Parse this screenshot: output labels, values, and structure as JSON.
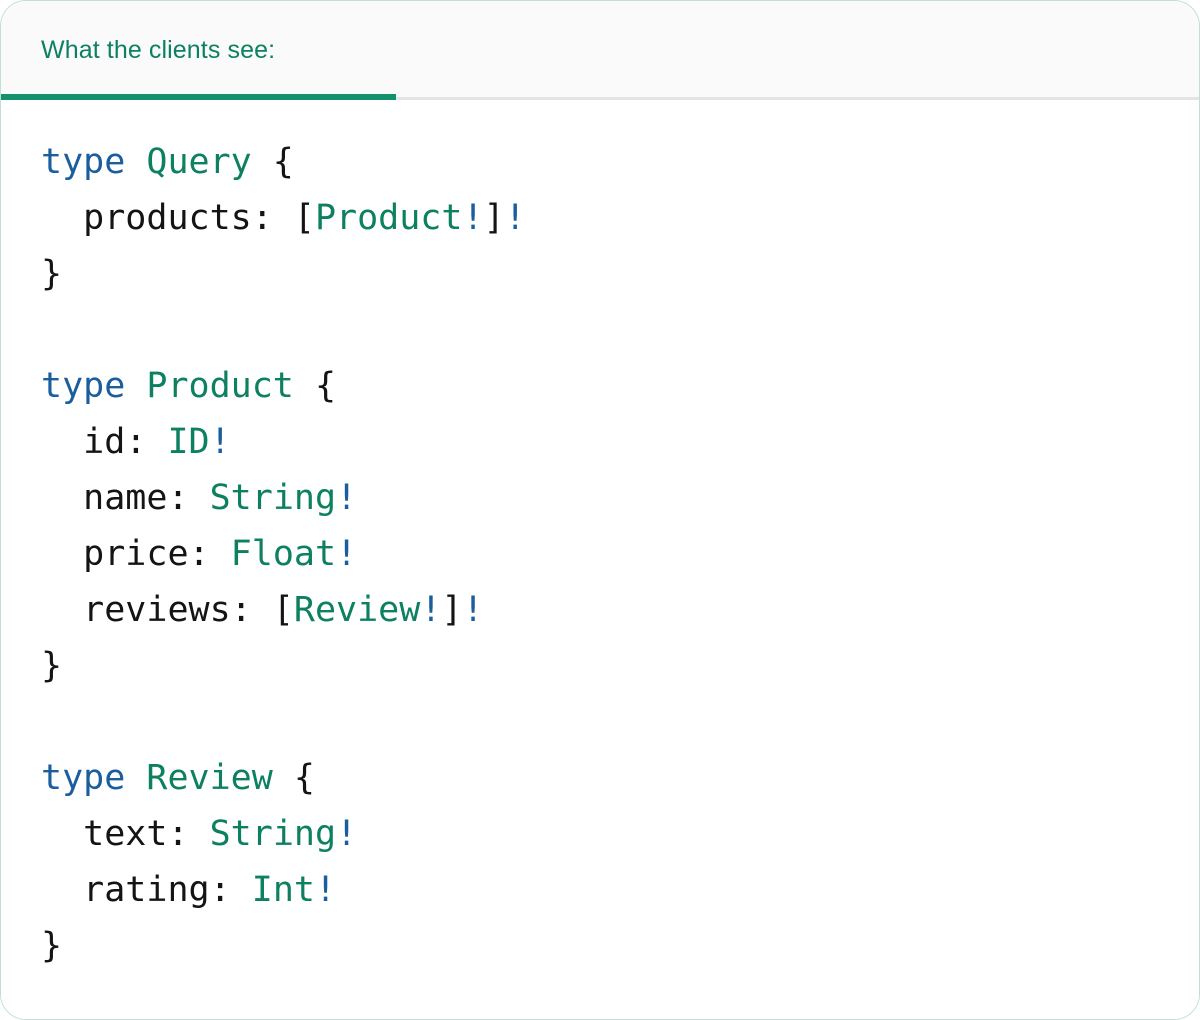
{
  "card": {
    "border_color": "#bfe0d2",
    "background": "#ffffff"
  },
  "tabbar": {
    "background": "#fafafa",
    "rule_color": "#e4e4e6",
    "active_tab": {
      "label": "What the clients see:",
      "color": "#0e8062",
      "underline_color": "#13906c"
    }
  },
  "syntax_colors": {
    "keyword": "#1b5e9e",
    "type_name": "#0e8062",
    "field_name": "#141414",
    "punctuation": "#141414",
    "non_null_bang": "#1b5e9e"
  },
  "code": {
    "language": "graphql",
    "raw": "type Query {\n  products: [Product!]!\n}\n\ntype Product {\n  id: ID!\n  name: String!\n  price: Float!\n  reviews: [Review!]!\n}\n\ntype Review {\n  text: String!\n  rating: Int!\n}",
    "lines": [
      {
        "id": "l1",
        "tokens": [
          {
            "t": "type",
            "c": "kw"
          },
          {
            "t": " ",
            "c": "punc"
          },
          {
            "t": "Query",
            "c": "type"
          },
          {
            "t": " {",
            "c": "punc"
          }
        ]
      },
      {
        "id": "l2",
        "tokens": [
          {
            "t": "  ",
            "c": "punc"
          },
          {
            "t": "products",
            "c": "name"
          },
          {
            "t": ": [",
            "c": "punc"
          },
          {
            "t": "Product",
            "c": "type"
          },
          {
            "t": "!",
            "c": "bang"
          },
          {
            "t": "]",
            "c": "punc"
          },
          {
            "t": "!",
            "c": "bang"
          }
        ]
      },
      {
        "id": "l3",
        "tokens": [
          {
            "t": "}",
            "c": "punc"
          }
        ]
      },
      {
        "id": "l4",
        "tokens": [
          {
            "t": " ",
            "c": "punc"
          }
        ]
      },
      {
        "id": "l5",
        "tokens": [
          {
            "t": "type",
            "c": "kw"
          },
          {
            "t": " ",
            "c": "punc"
          },
          {
            "t": "Product",
            "c": "type"
          },
          {
            "t": " {",
            "c": "punc"
          }
        ]
      },
      {
        "id": "l6",
        "tokens": [
          {
            "t": "  ",
            "c": "punc"
          },
          {
            "t": "id",
            "c": "name"
          },
          {
            "t": ": ",
            "c": "punc"
          },
          {
            "t": "ID",
            "c": "type"
          },
          {
            "t": "!",
            "c": "bang"
          }
        ]
      },
      {
        "id": "l7",
        "tokens": [
          {
            "t": "  ",
            "c": "punc"
          },
          {
            "t": "name",
            "c": "name"
          },
          {
            "t": ": ",
            "c": "punc"
          },
          {
            "t": "String",
            "c": "type"
          },
          {
            "t": "!",
            "c": "bang"
          }
        ]
      },
      {
        "id": "l8",
        "tokens": [
          {
            "t": "  ",
            "c": "punc"
          },
          {
            "t": "price",
            "c": "name"
          },
          {
            "t": ": ",
            "c": "punc"
          },
          {
            "t": "Float",
            "c": "type"
          },
          {
            "t": "!",
            "c": "bang"
          }
        ]
      },
      {
        "id": "l9",
        "tokens": [
          {
            "t": "  ",
            "c": "punc"
          },
          {
            "t": "reviews",
            "c": "name"
          },
          {
            "t": ": [",
            "c": "punc"
          },
          {
            "t": "Review",
            "c": "type"
          },
          {
            "t": "!",
            "c": "bang"
          },
          {
            "t": "]",
            "c": "punc"
          },
          {
            "t": "!",
            "c": "bang"
          }
        ]
      },
      {
        "id": "l10",
        "tokens": [
          {
            "t": "}",
            "c": "punc"
          }
        ]
      },
      {
        "id": "l11",
        "tokens": [
          {
            "t": " ",
            "c": "punc"
          }
        ]
      },
      {
        "id": "l12",
        "tokens": [
          {
            "t": "type",
            "c": "kw"
          },
          {
            "t": " ",
            "c": "punc"
          },
          {
            "t": "Review",
            "c": "type"
          },
          {
            "t": " {",
            "c": "punc"
          }
        ]
      },
      {
        "id": "l13",
        "tokens": [
          {
            "t": "  ",
            "c": "punc"
          },
          {
            "t": "text",
            "c": "name"
          },
          {
            "t": ": ",
            "c": "punc"
          },
          {
            "t": "String",
            "c": "type"
          },
          {
            "t": "!",
            "c": "bang"
          }
        ]
      },
      {
        "id": "l14",
        "tokens": [
          {
            "t": "  ",
            "c": "punc"
          },
          {
            "t": "rating",
            "c": "name"
          },
          {
            "t": ": ",
            "c": "punc"
          },
          {
            "t": "Int",
            "c": "type"
          },
          {
            "t": "!",
            "c": "bang"
          }
        ]
      },
      {
        "id": "l15",
        "tokens": [
          {
            "t": "}",
            "c": "punc"
          }
        ]
      }
    ]
  }
}
